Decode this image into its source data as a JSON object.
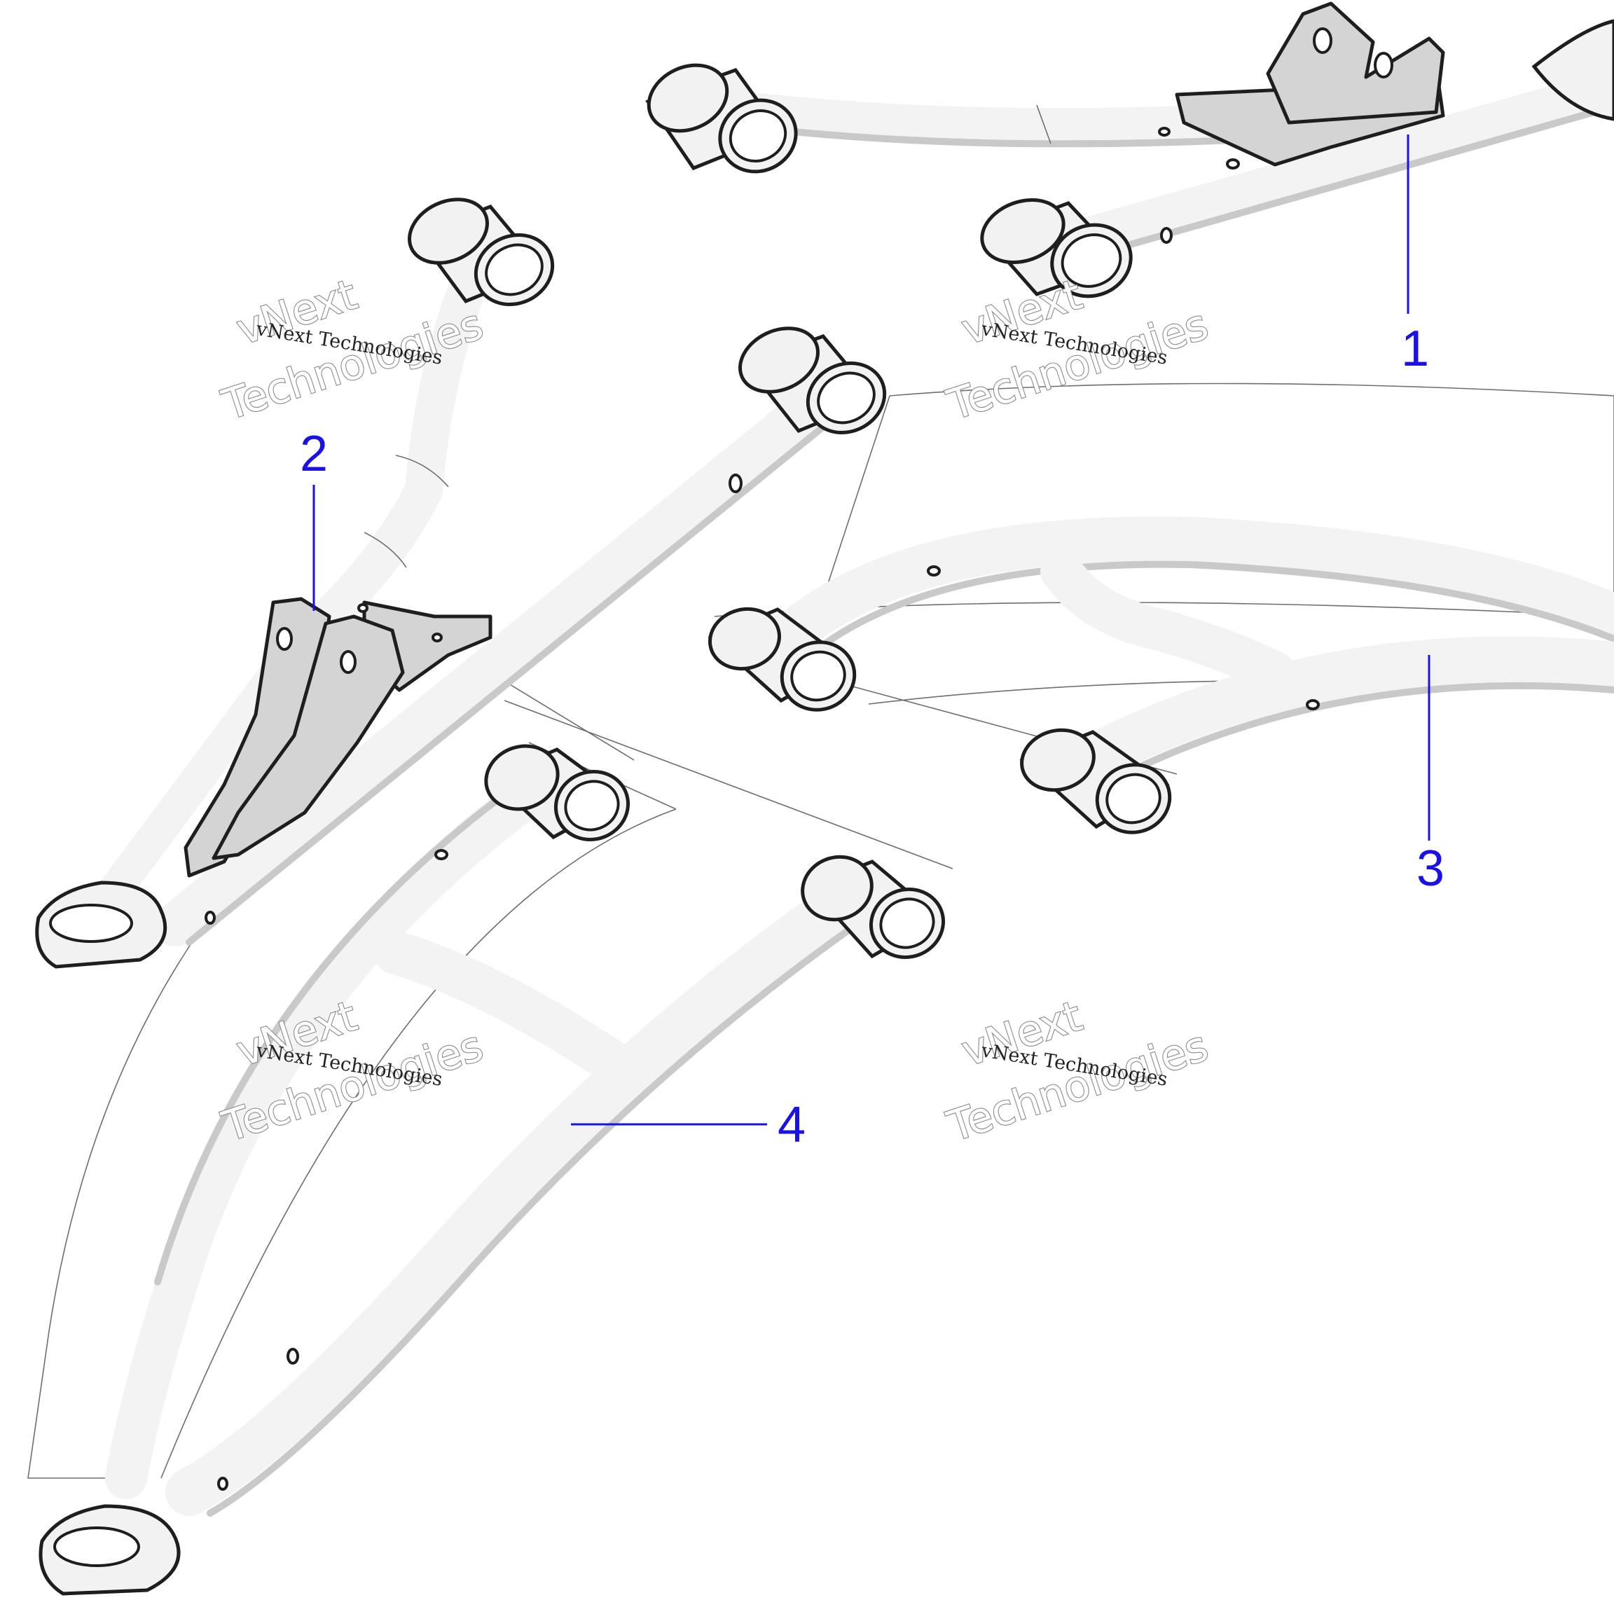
{
  "callouts": [
    {
      "id": "1",
      "label": "1"
    },
    {
      "id": "2",
      "label": "2"
    },
    {
      "id": "3",
      "label": "3"
    },
    {
      "id": "4",
      "label": "4"
    }
  ],
  "watermark": {
    "line_small": "vNext Technologies",
    "line_big_1": "vNext",
    "line_big_2": "Technologies"
  },
  "colors": {
    "callout": "#1a10e8",
    "part_fill": "#f2f2f2",
    "part_outline": "#1e1e1e",
    "plate_fill": "#d4d4d4"
  }
}
